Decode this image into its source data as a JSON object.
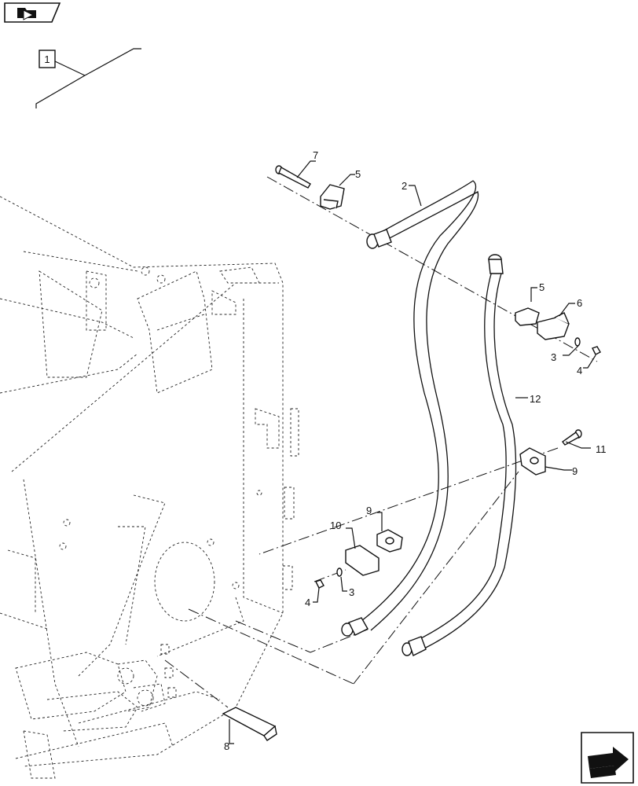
{
  "diagram": {
    "assembly_label": "1",
    "callouts": {
      "c2": "2",
      "c3a": "3",
      "c3b": "3",
      "c4a": "4",
      "c4b": "4",
      "c5a": "5",
      "c5b": "5",
      "c6": "6",
      "c7": "7",
      "c8": "8",
      "c9a": "9",
      "c9b": "9",
      "c10": "10",
      "c11": "11",
      "c12": "12"
    },
    "icons": {
      "top_left": "folder-arrow-icon",
      "bottom_right": "next-page-arrow-icon"
    }
  }
}
